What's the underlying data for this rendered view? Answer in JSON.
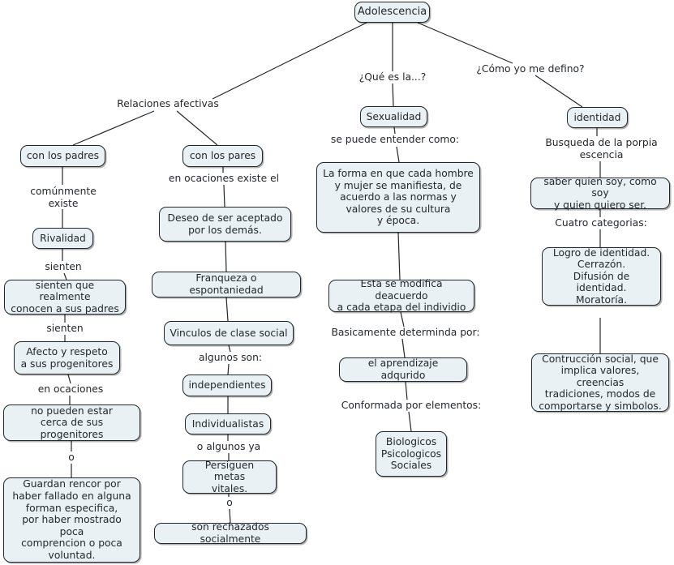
{
  "diagram": {
    "title": "Adolescencia",
    "type": "concept-map",
    "background_color": "#ffffff",
    "node_fill_color": "#e9f1f4",
    "node_border_color": "#22272b",
    "text_color": "#24282c"
  },
  "nodes": [
    {
      "id": "adolescencia",
      "text": "Adolescencia"
    },
    {
      "id": "con-los-padres",
      "text": "con los padres"
    },
    {
      "id": "rivalidad",
      "text": "Rivalidad"
    },
    {
      "id": "sienten-conocen",
      "text": "sienten que realmente\nconocen a sus padres"
    },
    {
      "id": "afecto-respeto",
      "text": "Afecto y respeto\na sus progenitores"
    },
    {
      "id": "no-pueden-estar",
      "text": "no pueden estar\ncerca de sus progenitores"
    },
    {
      "id": "guardan-rencor",
      "text": "Guardan rencor por\nhaber fallado en alguna\nforman especifica,\npor haber mostrado poca\ncomprencion o poca\nvoluntad."
    },
    {
      "id": "con-los-pares",
      "text": "con los pares"
    },
    {
      "id": "deseo-aceptado",
      "text": "Deseo de ser aceptado\npor los demás."
    },
    {
      "id": "franqueza",
      "text": "Franqueza o espontaniedad"
    },
    {
      "id": "vinculos",
      "text": "Vinculos de clase social"
    },
    {
      "id": "independientes",
      "text": "independientes"
    },
    {
      "id": "individualistas",
      "text": "Individualistas"
    },
    {
      "id": "persiguen-metas",
      "text": "Persiguen metas\nvitales."
    },
    {
      "id": "rechazados",
      "text": "son rechazados socialmente"
    },
    {
      "id": "sexualidad",
      "text": "Sexualidad"
    },
    {
      "id": "la-forma",
      "text": "La forma en que cada hombre\ny mujer se manifiesta, de\nacuerdo a las normas y\nvalores de su cultura\ny época."
    },
    {
      "id": "esta-se-modifica",
      "text": "Esta se modifica deacuerdo\na cada etapa del individio"
    },
    {
      "id": "aprendizaje",
      "text": "el aprendizaje adqurido"
    },
    {
      "id": "elementos",
      "text": "Biologicos\nPsicologicos\nSociales"
    },
    {
      "id": "identidad",
      "text": "identidad"
    },
    {
      "id": "saber-quien-soy",
      "text": "saber quien soy, como soy\ny quien quiero ser."
    },
    {
      "id": "cuatro-cat-lista",
      "text": "Logro de identidad.\nCerrazón.\nDifusión de identidad.\nMoratoría."
    },
    {
      "id": "contruccion-social",
      "text": "Contrucción social, que\nimplica valores, creencias\ntradiciones, modos de\ncomportarse y simbolos."
    }
  ],
  "edge_labels": [
    {
      "id": "relaciones-afectivas",
      "text": "Relaciones afectivas"
    },
    {
      "id": "que-es-la",
      "text": "¿Qué es la...?"
    },
    {
      "id": "como-yo-me-defino",
      "text": "¿Cómo yo me defino?"
    },
    {
      "id": "comunmente-existe",
      "text": "comúnmente\nexiste"
    },
    {
      "id": "sienten-1",
      "text": "sienten"
    },
    {
      "id": "sienten-2",
      "text": "sienten"
    },
    {
      "id": "en-ocaciones",
      "text": "en ocaciones"
    },
    {
      "id": "o-1",
      "text": "o"
    },
    {
      "id": "en-ocaciones-existe",
      "text": "en ocaciones existe el"
    },
    {
      "id": "algunos-son",
      "text": "algunos son:"
    },
    {
      "id": "o-algunos-ya",
      "text": "o algunos ya"
    },
    {
      "id": "o-2",
      "text": "o"
    },
    {
      "id": "se-puede-entender",
      "text": "se puede entender como:"
    },
    {
      "id": "basicamente",
      "text": "Basicamente determinda por:"
    },
    {
      "id": "conformada",
      "text": "Conformada por elementos:"
    },
    {
      "id": "busqueda",
      "text": "Busqueda de la porpia\nescencia"
    },
    {
      "id": "cuatro-categorias",
      "text": "Cuatro categorias:"
    }
  ]
}
